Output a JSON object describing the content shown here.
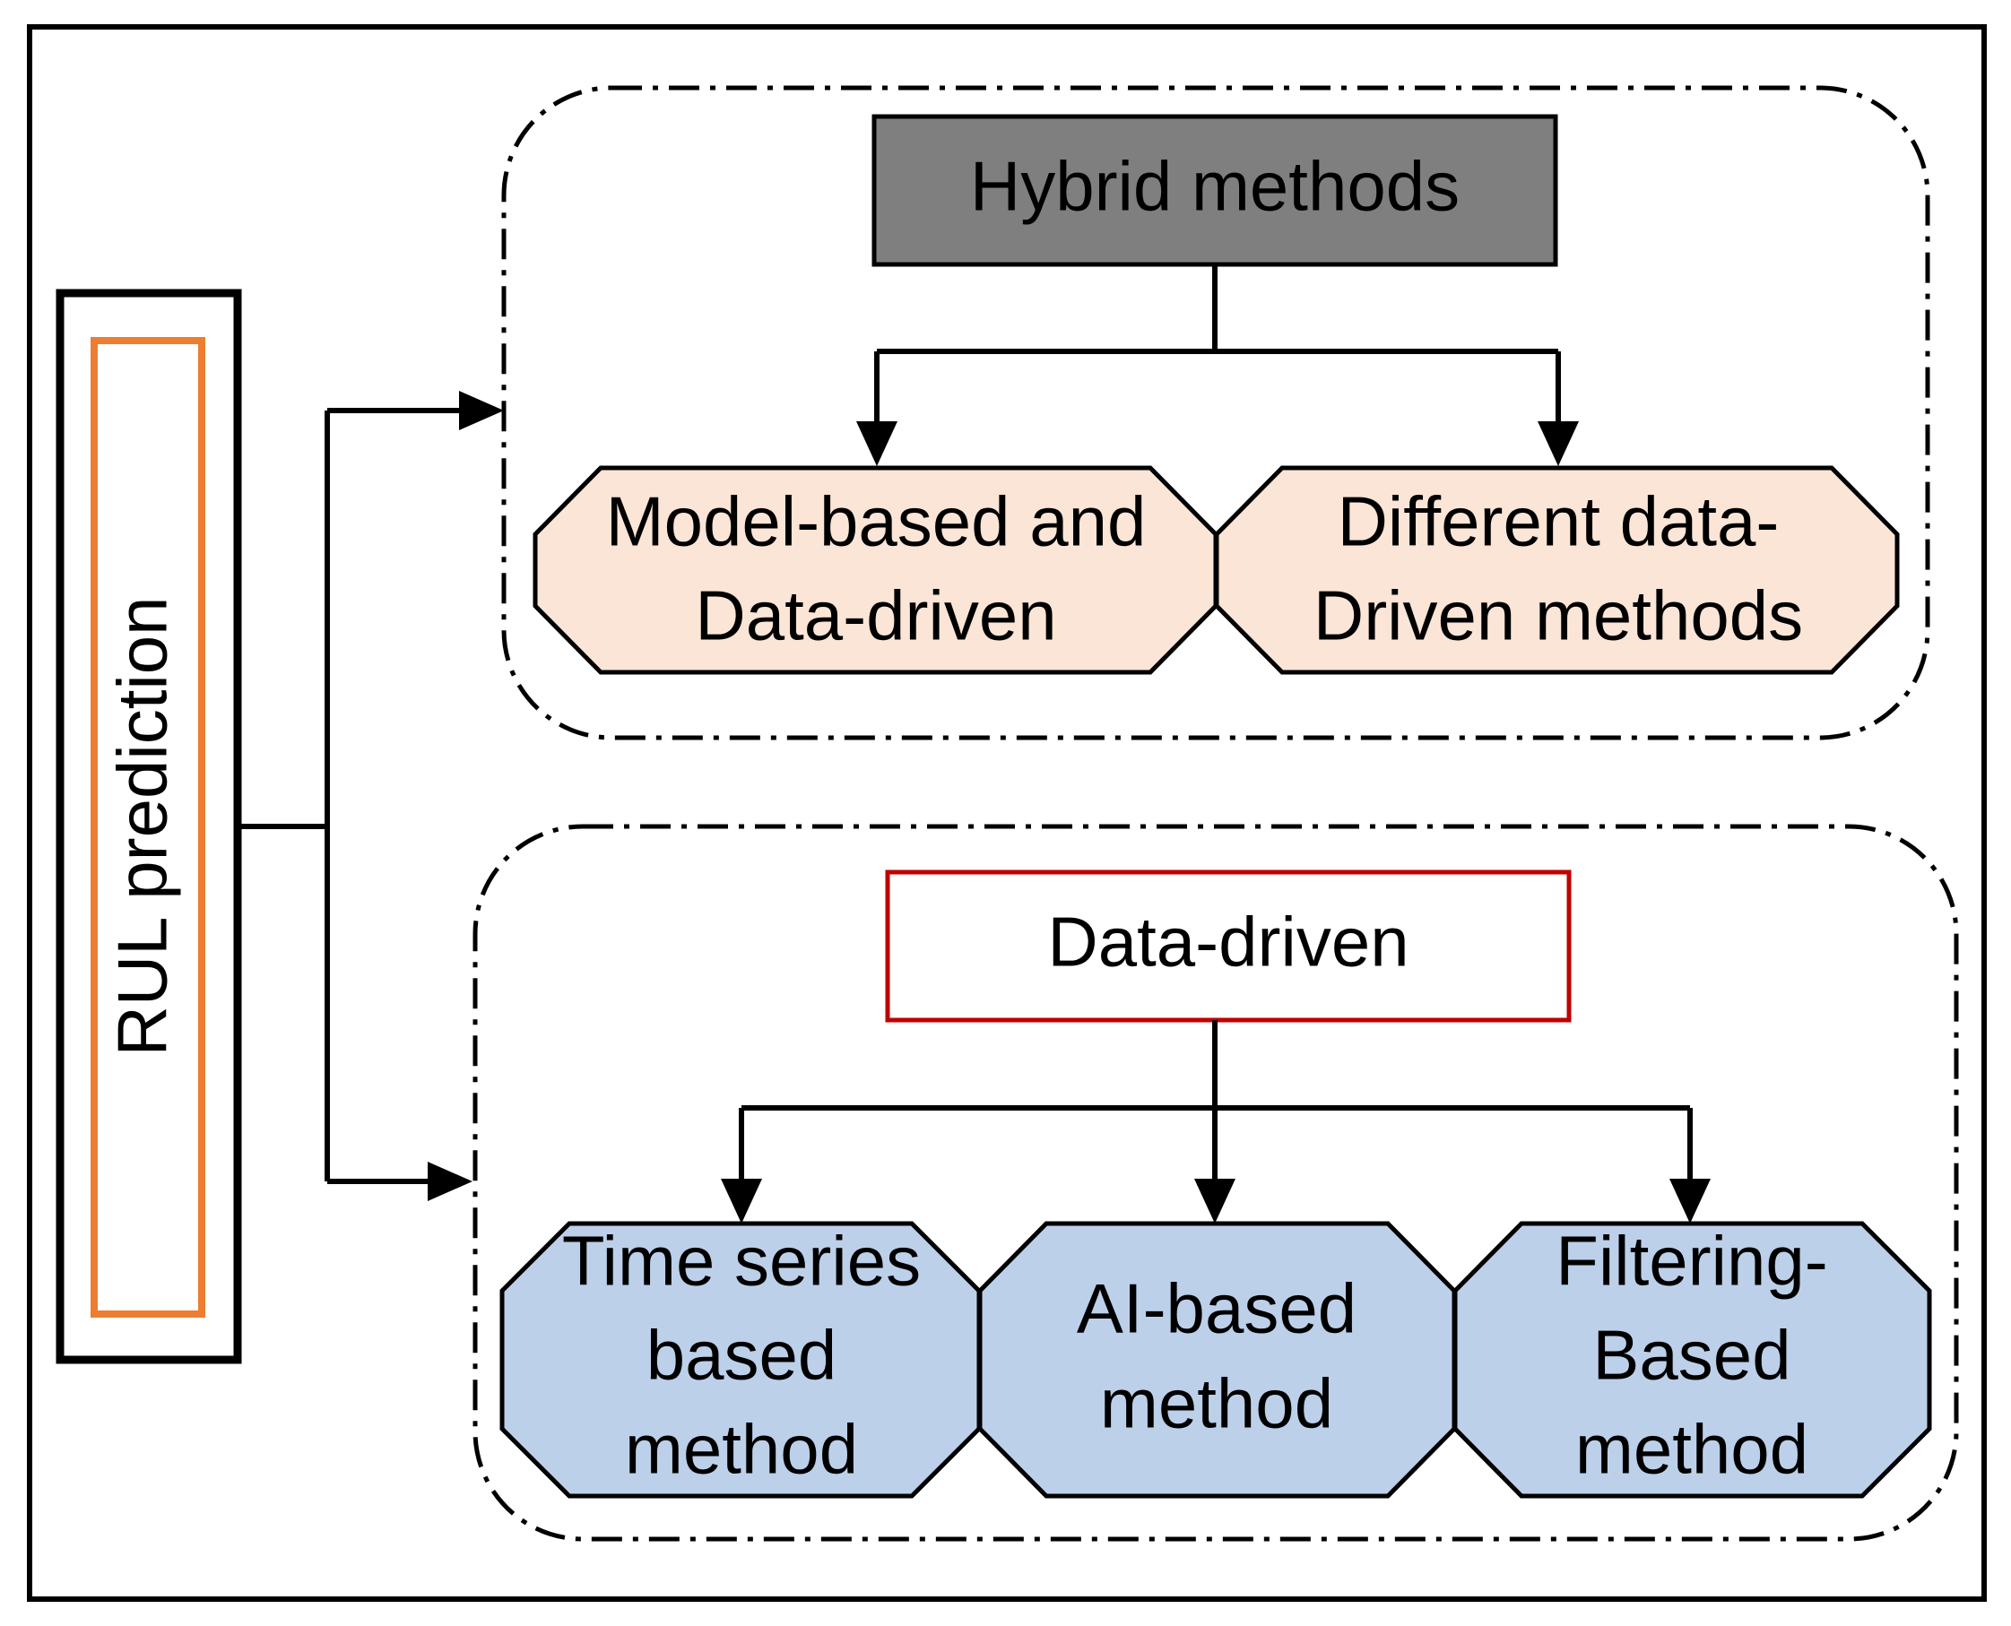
{
  "root": {
    "label": "RUL prediction"
  },
  "hybrid": {
    "title": "Hybrid methods",
    "children": [
      {
        "line1": "Model-based and",
        "line2": "Data-driven"
      },
      {
        "line1": "Different data-",
        "line2": "Driven methods"
      }
    ]
  },
  "data_driven": {
    "title": "Data-driven",
    "children": [
      {
        "line1": "Time series",
        "line2": "based",
        "line3": "method"
      },
      {
        "line1": "AI-based",
        "line2": "method"
      },
      {
        "line1": "Filtering-",
        "line2": "Based",
        "line3": "method"
      }
    ]
  },
  "colors": {
    "root_outline": "#ed7d31",
    "hybrid_title_fill": "#7f7f7f",
    "hybrid_child_fill": "#fbe5d6",
    "data_driven_title_border": "#c00000",
    "data_driven_child_fill": "#bdd0ea"
  }
}
